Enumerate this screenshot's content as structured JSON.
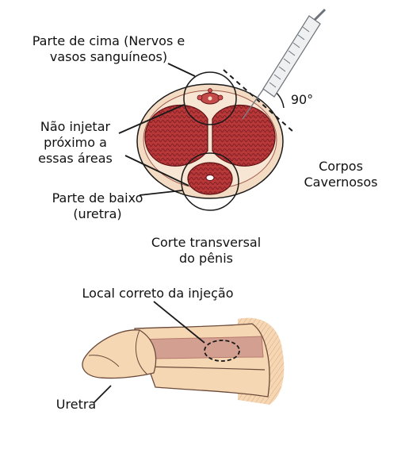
{
  "labels": {
    "top_part": {
      "line1": "Parte de cima (Nervos e",
      "line2": "vasos sanguíneos)"
    },
    "no_inject": {
      "line1": "Não injetar",
      "line2": "próximo a",
      "line3": "essas áreas"
    },
    "bottom_part": {
      "line1": "Parte de baixo",
      "line2": "(uretra)"
    },
    "angle": "90°",
    "corpora": {
      "line1": "Corpos",
      "line2": "Cavernosos"
    },
    "cross_section": {
      "line1": "Corte transversal",
      "line2": "do pênis"
    },
    "injection_site": "Local correto da injeção",
    "urethra": "Uretra"
  },
  "colors": {
    "tissue": "#b8383a",
    "tissue_dark": "#7e1f22",
    "sheath": "#f4dcc4",
    "skin": "#f6d7b4",
    "skin_shadow": "#e9b98e",
    "shaft_band": "#c98a80",
    "needle": "#9aa0a6",
    "line": "#1a1a1a"
  }
}
